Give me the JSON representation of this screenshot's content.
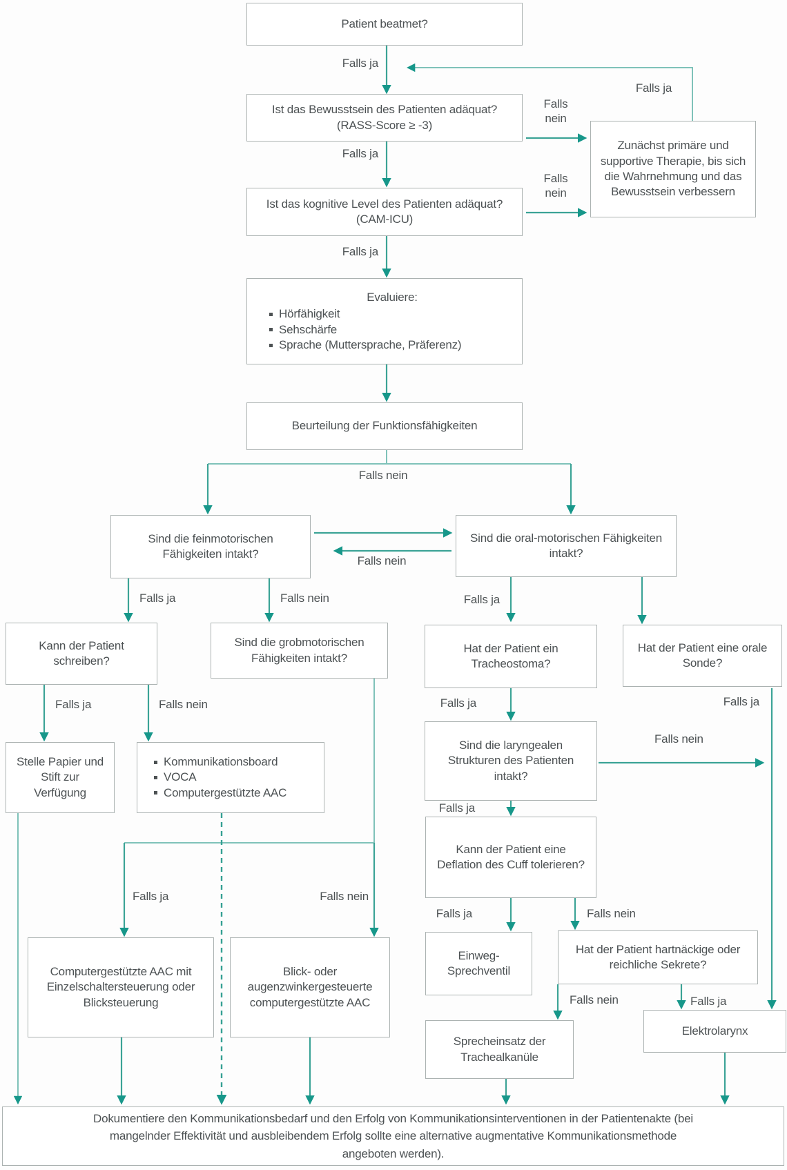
{
  "diagram": {
    "language": "de",
    "colors": {
      "arrow_teal": "#17978a",
      "line_teal": "#3ba396",
      "line_teal_light": "#7fc2b9",
      "box_border": "#abb2b1",
      "text": "#4d5254",
      "background": "#fdfdfd"
    },
    "nodes": {
      "beatmet": "Patient beatmet?",
      "bewusstsein": "Ist das Bewusstsein des Patienten adäquat? (RASS-Score ≥ -3)",
      "therapie": "Zunächst primäre und supportive Therapie, bis sich die Wahrnehmung und das Bewusstsein verbessern",
      "kognitiv": "Ist das kognitive Level des Patienten adäquat? (CAM-ICU)",
      "evaluiere": {
        "title": "Evaluiere:",
        "items": [
          "Hörfähigkeit",
          "Sehschärfe",
          "Sprache (Muttersprache, Präferenz)"
        ]
      },
      "beurteilung": "Beurteilung der Funktionsfähigkeiten",
      "feinmotorisch": "Sind die feinmotorischen Fähigkeiten intakt?",
      "oralmotorisch": "Sind die oral-motorischen Fähigkeiten intakt?",
      "schreiben": "Kann der Patient schreiben?",
      "grobmotorisch": "Sind die grobmotorischen Fähigkeiten intakt?",
      "tracheostoma": "Hat der Patient ein Tracheostoma?",
      "sonde": "Hat der Patient eine orale Sonde?",
      "papier": "Stelle Papier und Stift zur Verfügung",
      "aac_liste": {
        "items": [
          "Kommunikationsboard",
          "VOCA",
          "Computergestützte AAC"
        ]
      },
      "laryngeal": "Sind die laryngealen Strukturen des Patienten intakt?",
      "cuff": "Kann der Patient eine Deflation des Cuff tolerieren?",
      "einweg": "Einweg-Sprechventil",
      "sekrete": "Hat der Patient hartnäckige oder reichliche Sekrete?",
      "aac_schalter": "Computergestützte AAC mit Einzelschaltersteuerung oder Blicksteuerung",
      "blick_aac": "Blick- oder augenzwinkergesteuerte computergestützte AAC",
      "sprecheinsatz": "Sprecheinsatz der Trachealkanüle",
      "elektrolarynx": "Elektrolarynx",
      "doku": "Dokumentiere den Kommunikationsbedarf und den Erfolg von Kommunikationsinterventionen in der Patientenakte (bei mangelnder Effektivität und ausbleibendem Erfolg sollte eine alternative augmentative Kommunikationsmethode angeboten werden)."
    },
    "edge_labels": {
      "top_ja": "Falls ja",
      "loop_ja": "Falls ja",
      "bewusstsein_nein": "Falls nein",
      "kognitiv_ja": "Falls ja",
      "kognitiv_nein": "Falls nein",
      "evaluiere_ja": "Falls ja",
      "split_nein": "Falls nein",
      "fein_oral_nein": "Falls nein",
      "fein_ja": "Falls ja",
      "fein_nein": "Falls nein",
      "oral_ja": "Falls ja",
      "schreiben_ja": "Falls ja",
      "schreiben_nein": "Falls nein",
      "tracheo_ja": "Falls ja",
      "sonde_ja": "Falls ja",
      "laryngeal_nein": "Falls nein",
      "laryngeal_ja": "Falls ja",
      "cuff_ja": "Falls ja",
      "cuff_nein": "Falls nein",
      "grob_ja": "Falls ja",
      "grob_nein": "Falls nein",
      "sekrete_nein": "Falls nein",
      "sekrete_ja": "Falls ja"
    }
  }
}
